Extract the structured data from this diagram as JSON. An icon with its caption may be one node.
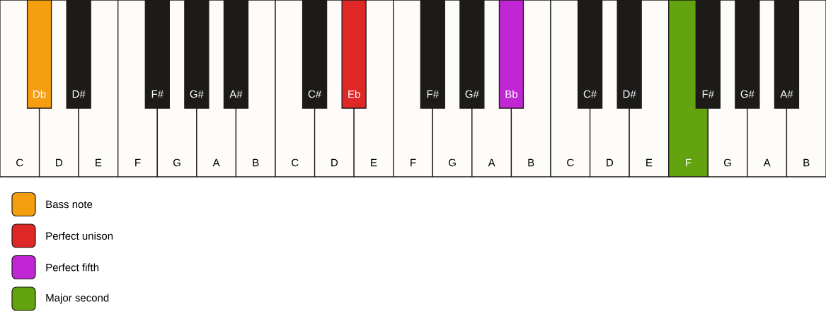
{
  "diagram": {
    "nodes": [
      {
        "text": [
          "C"
        ]
      },
      {
        "text": [
          "Db"
        ]
      },
      {
        "text": [
          "D"
        ]
      },
      {
        "text": [
          "D#"
        ]
      },
      {
        "text": [
          "E"
        ]
      },
      {
        "text": [
          "F"
        ]
      },
      {
        "text": [
          "F#"
        ]
      },
      {
        "text": [
          "G"
        ]
      },
      {
        "text": [
          "G#"
        ]
      },
      {
        "text": [
          "A"
        ]
      },
      {
        "text": [
          "A#"
        ]
      },
      {
        "text": [
          "B"
        ]
      },
      {
        "text": [
          "C"
        ]
      },
      {
        "text": [
          "C#"
        ]
      },
      {
        "text": [
          "D"
        ]
      },
      {
        "text": [
          "Eb"
        ]
      },
      {
        "text": [
          "E"
        ]
      },
      {
        "text": [
          "F"
        ]
      },
      {
        "text": [
          "F#"
        ]
      },
      {
        "text": [
          "G"
        ]
      },
      {
        "text": [
          "G#"
        ]
      },
      {
        "text": [
          "A"
        ]
      },
      {
        "text": [
          "Bb"
        ]
      },
      {
        "text": [
          "B"
        ]
      },
      {
        "text": [
          "C"
        ]
      },
      {
        "text": [
          "C#"
        ]
      },
      {
        "text": [
          "D"
        ]
      },
      {
        "text": [
          "D#"
        ]
      },
      {
        "text": [
          "E"
        ]
      },
      {
        "text": [
          "F"
        ]
      },
      {
        "text": [
          "F#"
        ]
      },
      {
        "text": [
          "G"
        ]
      },
      {
        "text": [
          "G#"
        ]
      },
      {
        "text": [
          "A"
        ]
      },
      {
        "text": [
          "A#"
        ]
      },
      {
        "text": [
          "B"
        ]
      }
    ],
    "legend": [
      {
        "text": "Bass note",
        "color": "#f59e0f"
      },
      {
        "text": "Perfect unison",
        "color": "#dd2826"
      },
      {
        "text": "Perfect fifth",
        "color": "#c026d3"
      },
      {
        "text": "Major second",
        "color": "#62a30f"
      }
    ]
  }
}
